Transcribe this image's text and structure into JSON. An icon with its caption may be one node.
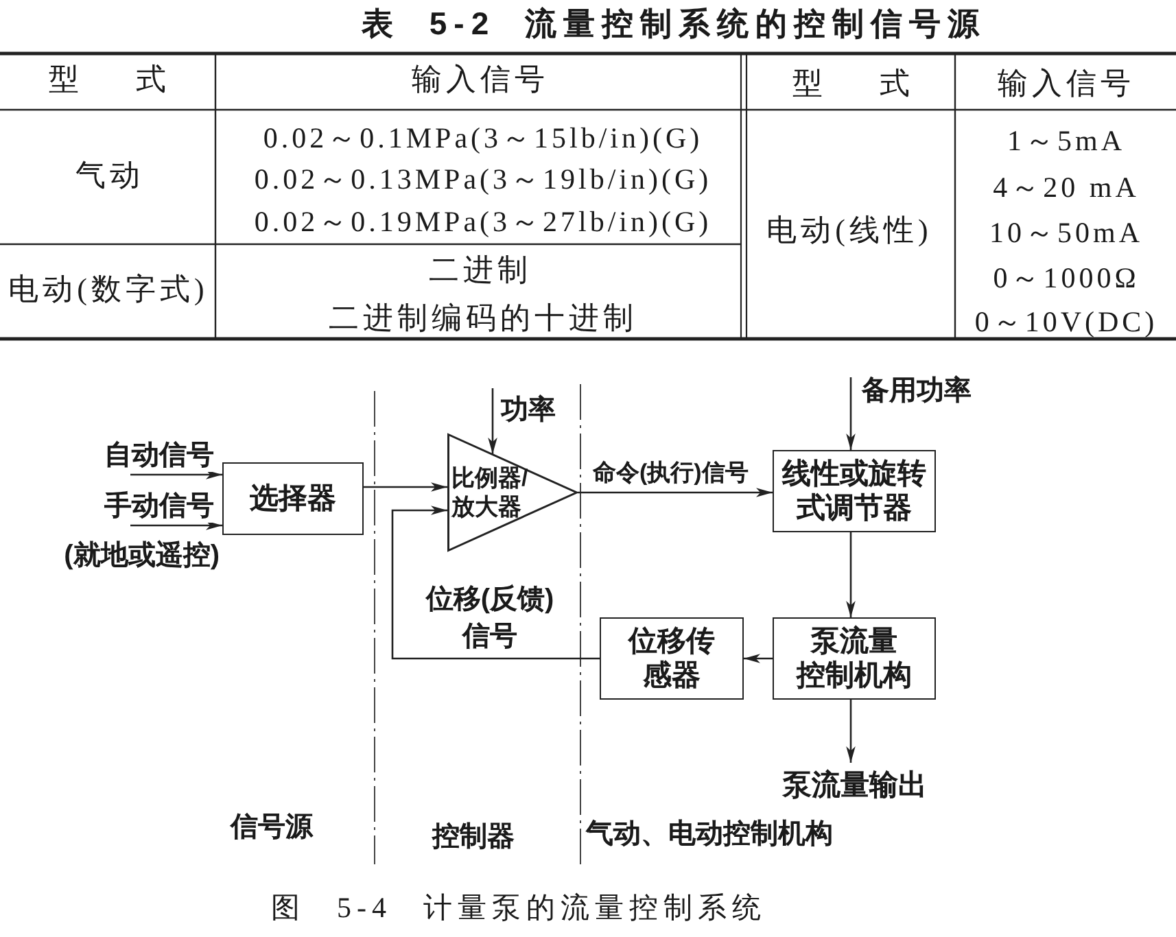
{
  "diagram": {
    "title": "表 5-2 流量控制系统的控制信号源",
    "caption": "图 5-4 计量泵的流量控制系统",
    "nodes": [
      {
        "text": [
          "选择器"
        ]
      },
      {
        "text": [
          "比例器/放大器"
        ]
      },
      {
        "text": [
          "线性或旋转式调节器"
        ]
      },
      {
        "text": [
          "泵流量控制机构"
        ]
      },
      {
        "text": [
          "位移传感器"
        ]
      },
      {
        "text": [
          "泵流量输出"
        ]
      }
    ],
    "edges": [
      {
        "from": null,
        "to": 0,
        "arrow": "to",
        "label": "自动信号"
      },
      {
        "from": null,
        "to": 0,
        "arrow": "to",
        "label": "手动信号"
      },
      {
        "from": 0,
        "to": 1,
        "arrow": "to"
      },
      {
        "from": null,
        "to": 1,
        "arrow": "to",
        "label": "功率"
      },
      {
        "from": 1,
        "to": 2,
        "arrow": "to",
        "label": "命令(执行)信号"
      },
      {
        "from": null,
        "to": 2,
        "arrow": "to",
        "label": "备用功率"
      },
      {
        "from": 2,
        "to": 3,
        "arrow": "to"
      },
      {
        "from": 3,
        "to": 4,
        "arrow": "to"
      },
      {
        "from": 4,
        "to": 1,
        "arrow": "to",
        "label": "位移(反馈)信号"
      },
      {
        "from": 3,
        "to": 5,
        "arrow": "to"
      }
    ],
    "labels": [
      "型 式",
      "输入信号",
      "型 式",
      "输入信号",
      "气动",
      "0.02～0.1MPa(3～15lb/in)(G)",
      "0.02～0.13MPa(3～19lb/in)(G)",
      "0.02～0.19MPa(3～27lb/in)(G)",
      "电动(线性)",
      "1～5mA",
      "4～20 mA",
      "10～50mA",
      "0～1000Ω",
      "0～10V(DC)",
      "电动(数字式)",
      "二进制",
      "二进制编码的十进制",
      "(就地或遥控)",
      "信号源",
      "控制器",
      "气动、电动控制机构"
    ]
  }
}
